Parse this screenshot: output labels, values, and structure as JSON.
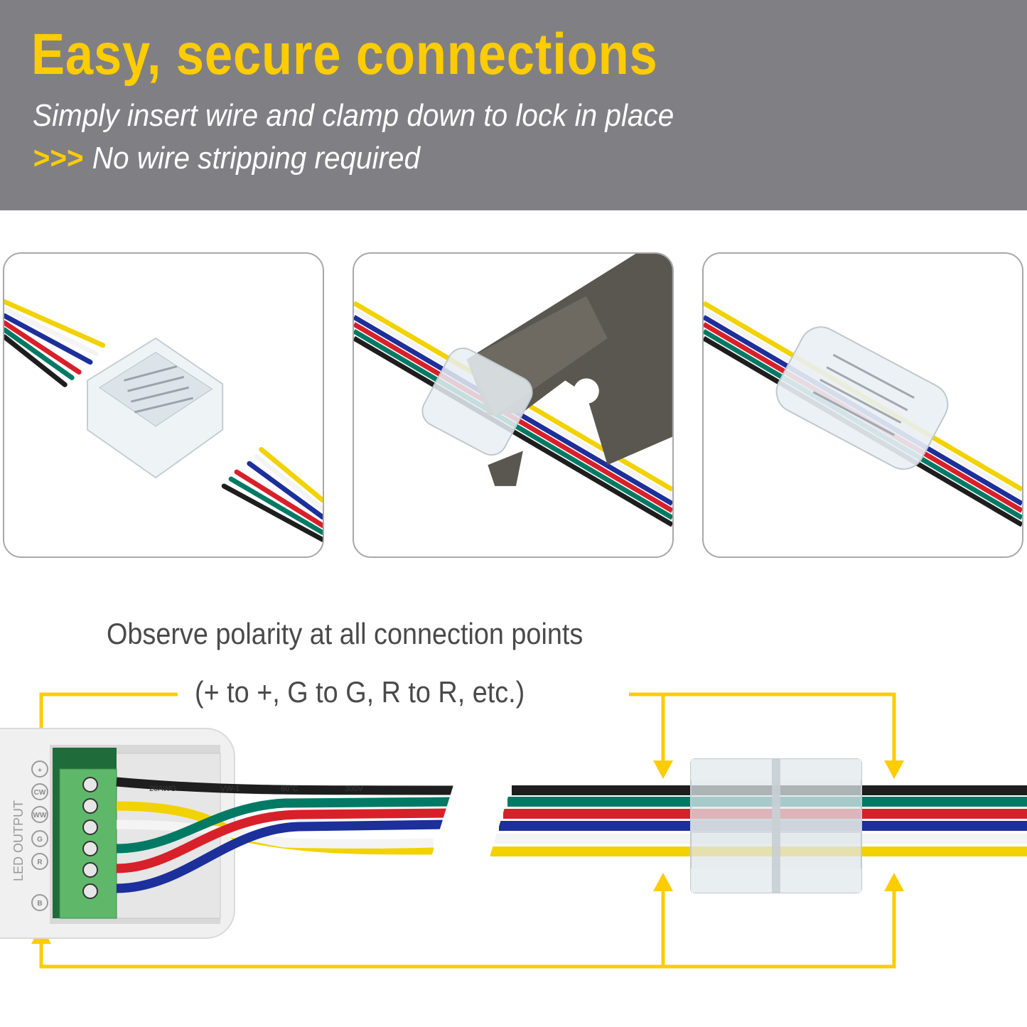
{
  "header": {
    "title": "Easy, secure connections",
    "subtitle": "Simply insert wire and clamp down to lock in place",
    "note_prefix": ">>>",
    "note": "No wire stripping required",
    "background_color": "#808084",
    "accent_color": "#ffcc00"
  },
  "steps": [
    {
      "name": "insert-wires",
      "description": "Wires beside open connector"
    },
    {
      "name": "clamp-with-pliers",
      "description": "Pliers clamping connector onto wires"
    },
    {
      "name": "connected",
      "description": "Connector locked onto wires"
    }
  ],
  "wire_colors": {
    "yellow": "#f2d200",
    "white": "#f4f4f4",
    "blue": "#1c2f9a",
    "red": "#d8202a",
    "green": "#007a64",
    "black": "#1e1e1e"
  },
  "diagram": {
    "instruction": "Observe polarity at all connection points",
    "example": "(+ to +, G to G, R to R, etc.)",
    "controller_label": "LED OUTPUT",
    "terminals": [
      "+",
      "CW",
      "WW",
      "G",
      "R",
      "B"
    ],
    "wire_print": [
      "20AWG",
      "VW-1",
      "80°C",
      "300V"
    ],
    "arrow_color": "#ffcc00"
  }
}
